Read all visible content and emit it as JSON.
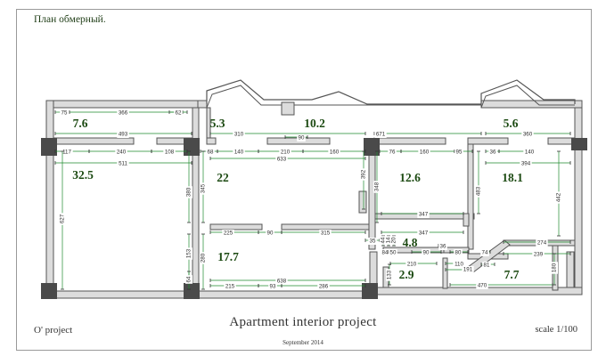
{
  "sheet": {
    "title": "План обмерный.",
    "footer_left": "O' project",
    "footer_center": "Apartment interior project",
    "footer_date": "September 2014",
    "footer_right": "scale 1/100"
  },
  "colors": {
    "wall_fill": "#dcdcdc",
    "wall_stroke": "#555555",
    "column_fill": "#4a4a4a",
    "dimension": "#1e8a2e",
    "room_area": "#1c4a12"
  },
  "rooms": [
    {
      "id": "room-1",
      "area": "7.6"
    },
    {
      "id": "room-2",
      "area": "5.3"
    },
    {
      "id": "room-3",
      "area": "10.2"
    },
    {
      "id": "room-4",
      "area": "5.6"
    },
    {
      "id": "room-5",
      "area": "32.5"
    },
    {
      "id": "room-6",
      "area": "22"
    },
    {
      "id": "room-7",
      "area": "12.6"
    },
    {
      "id": "room-8",
      "area": "18.1"
    },
    {
      "id": "room-9",
      "area": "17.7"
    },
    {
      "id": "room-10",
      "area": "4.8"
    },
    {
      "id": "room-11",
      "area": "2.9"
    },
    {
      "id": "room-12",
      "area": "7.7"
    }
  ],
  "dimensions": [
    "75",
    "366",
    "62",
    "493",
    "310",
    "90",
    "671",
    "360",
    "117",
    "240",
    "108",
    "511",
    "68",
    "140",
    "210",
    "160",
    "633",
    "76",
    "160",
    "95",
    "36",
    "140",
    "394",
    "627",
    "380",
    "345",
    "392",
    "348",
    "483",
    "442",
    "347",
    "347",
    "225",
    "90",
    "315",
    "35",
    "84",
    "50",
    "210",
    "90",
    "80",
    "36",
    "74",
    "274",
    "239",
    "153",
    "280",
    "64",
    "215",
    "93",
    "638",
    "286",
    "110",
    "191",
    "81",
    "470",
    "180",
    "133",
    "44",
    "14",
    "20"
  ]
}
